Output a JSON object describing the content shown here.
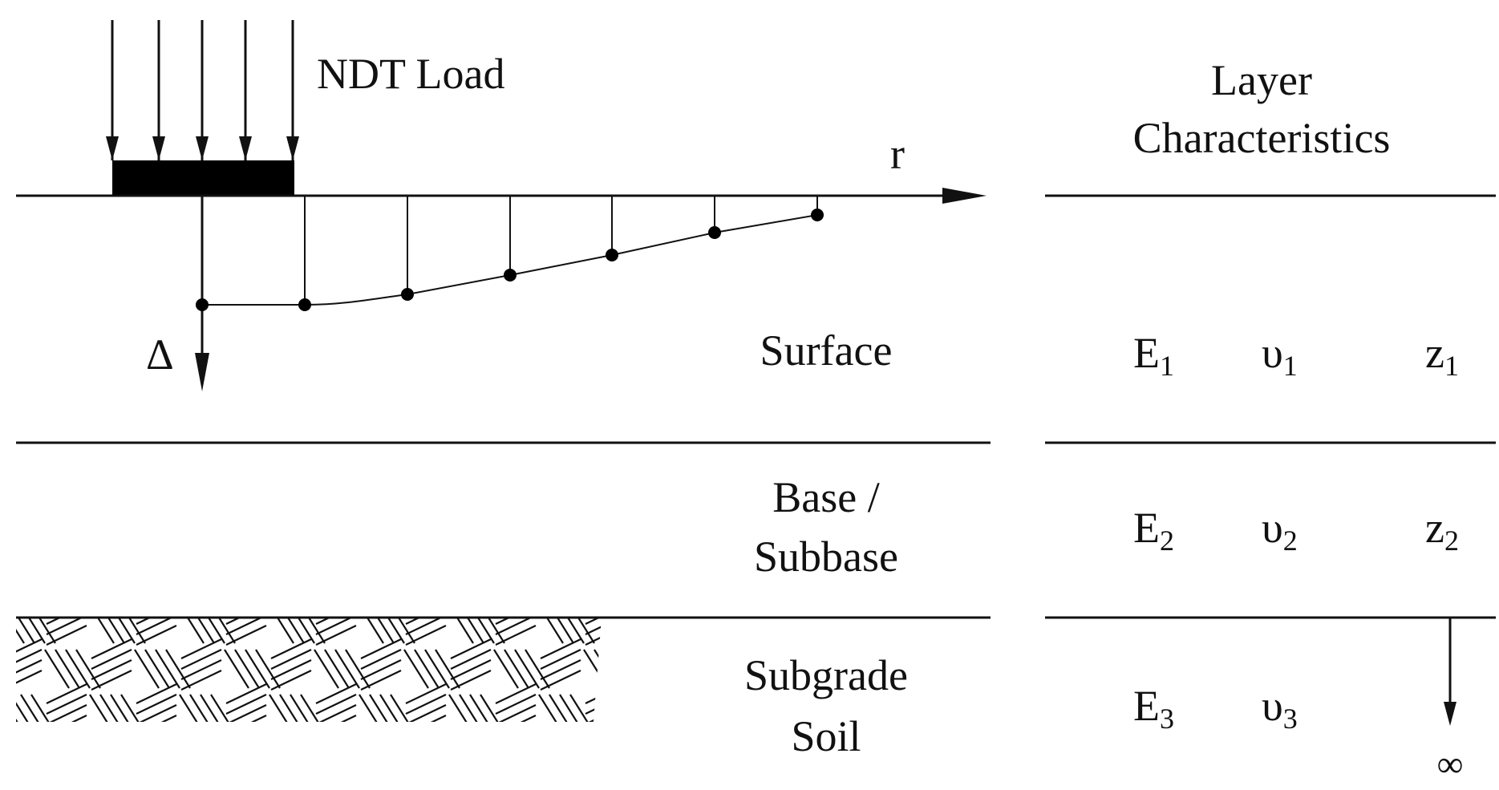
{
  "load": {
    "label": "NDT Load"
  },
  "axes": {
    "radial_label": "r",
    "deflection_label": "Δ"
  },
  "header": {
    "line1": "Layer",
    "line2": "Characteristics"
  },
  "layers": [
    {
      "name_lines": [
        "Surface"
      ],
      "E": "E",
      "E_sub": "1",
      "nu": "υ",
      "nu_sub": "1",
      "z": "z",
      "z_sub": "1"
    },
    {
      "name_lines": [
        "Base /",
        "Subbase"
      ],
      "E": "E",
      "E_sub": "2",
      "nu": "υ",
      "nu_sub": "2",
      "z": "z",
      "z_sub": "2"
    },
    {
      "name_lines": [
        "Subgrade",
        "Soil"
      ],
      "E": "E",
      "E_sub": "3",
      "nu": "υ",
      "nu_sub": "3",
      "z_infinity": "∞"
    }
  ]
}
